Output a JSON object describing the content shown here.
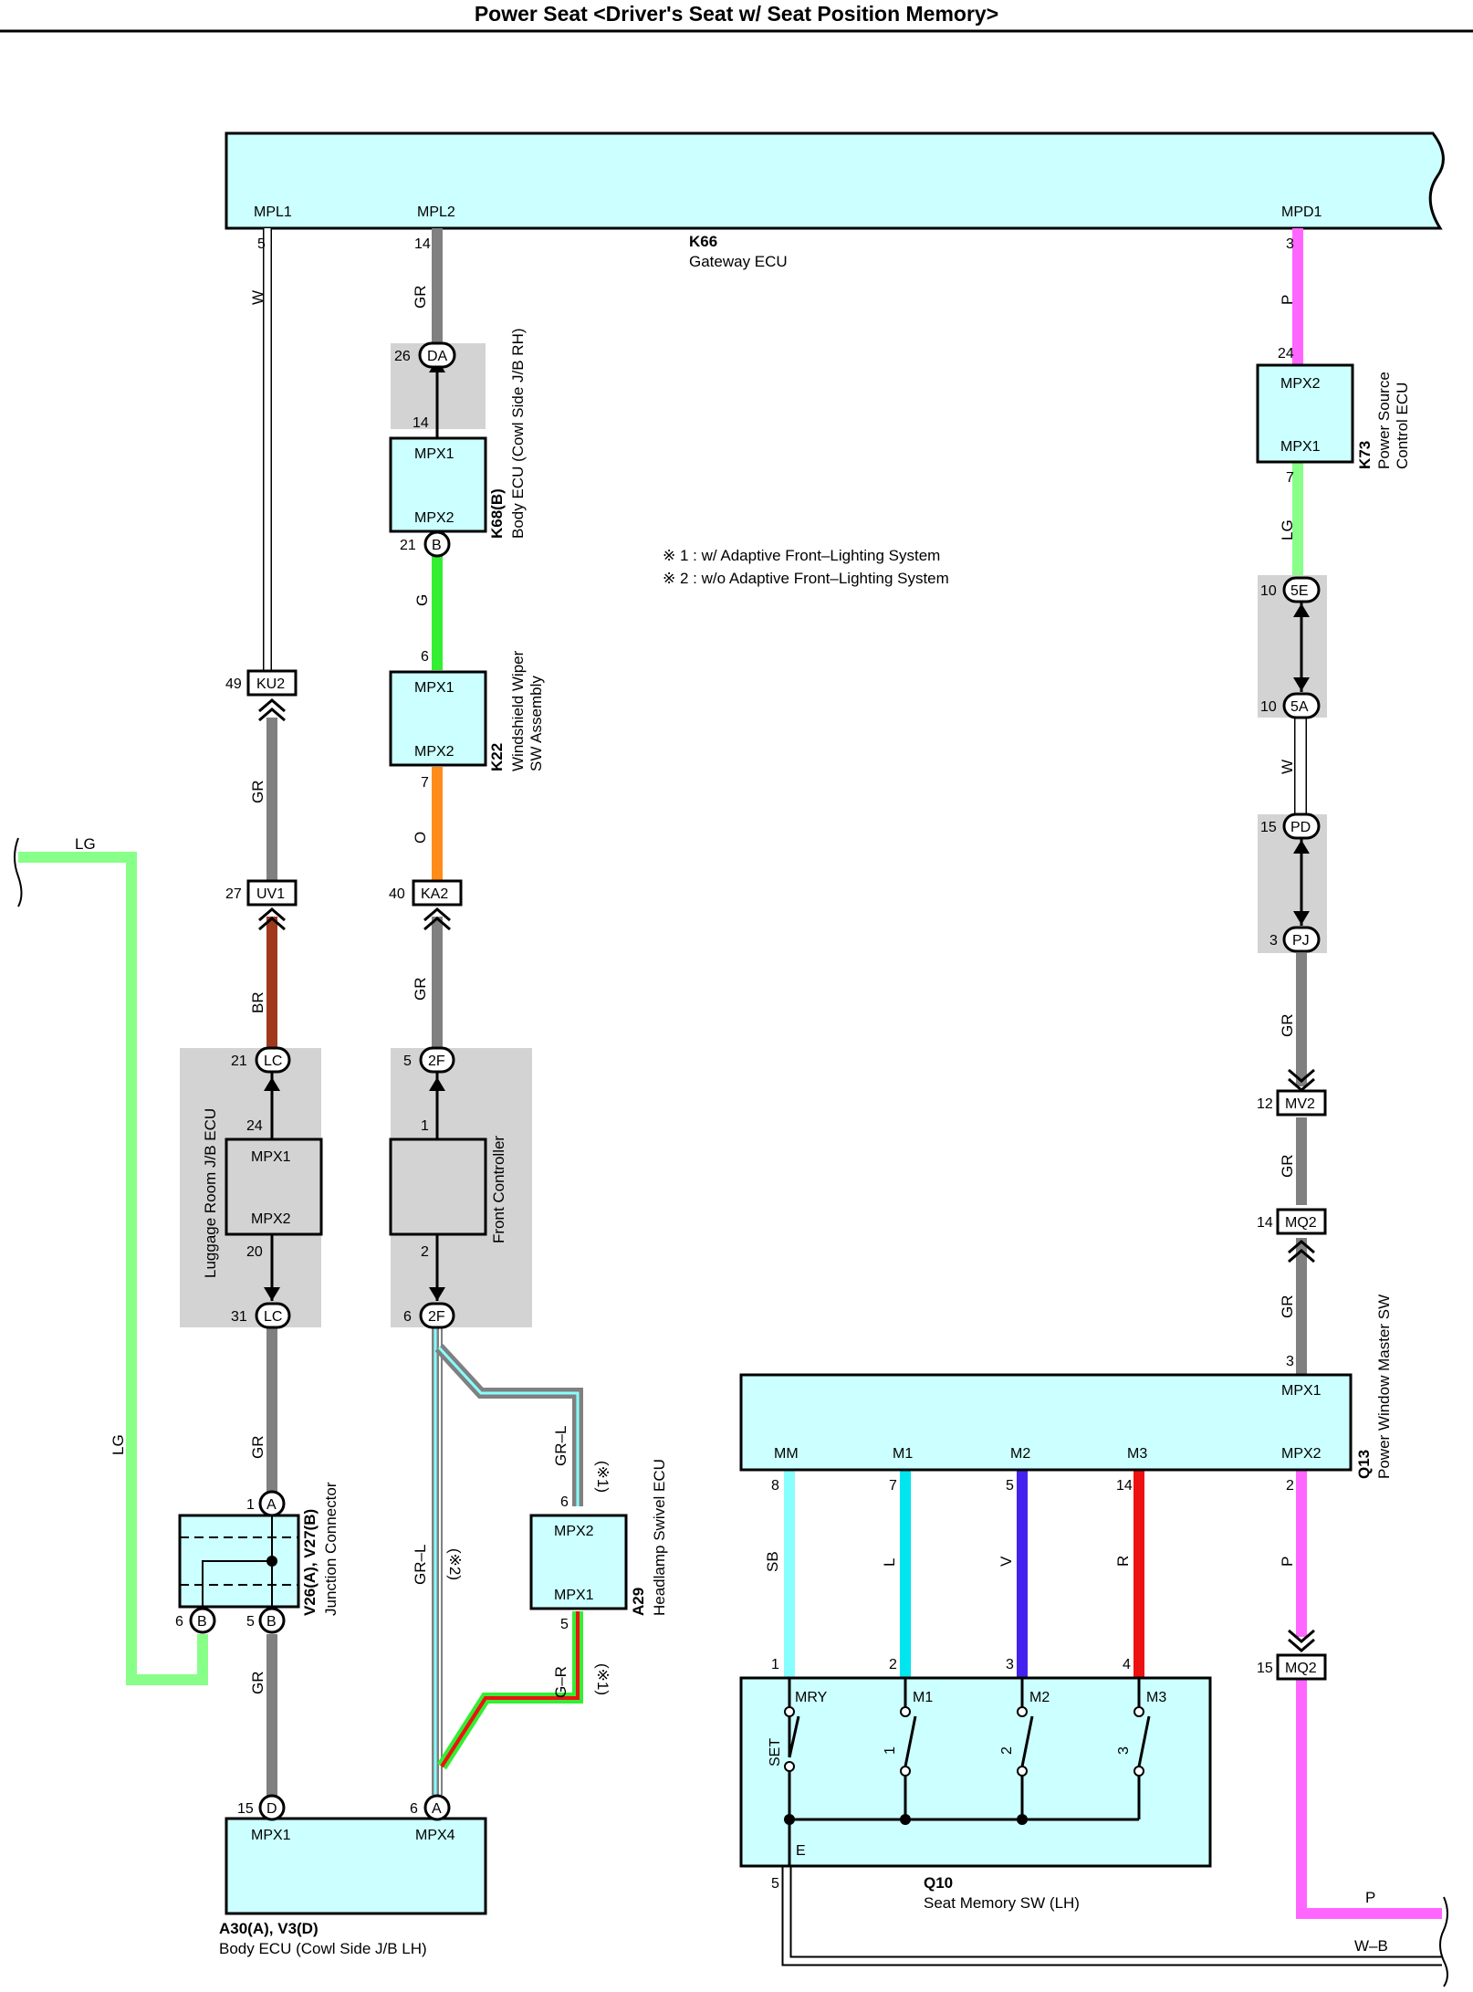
{
  "title": "Power Seat <Driver's Seat w/ Seat Position Memory>",
  "colors": {
    "ecu_fill": "#ccffff",
    "jb_shade": "#d3d3d3",
    "GR": "#808080",
    "G": "#33ee33",
    "LG": "#88ff88",
    "O": "#ff8c1a",
    "BR": "#a0391c",
    "P": "#ff66ff",
    "SB": "#88ffff",
    "L": "#00e5ee",
    "V": "#4422ee",
    "R": "#ee1111"
  },
  "notes": [
    "※ 1 : w/ Adaptive Front–Lighting System",
    "※ 2 : w/o Adaptive Front–Lighting System"
  ],
  "components": {
    "k66": {
      "code": "K66",
      "name": "Gateway ECU",
      "pins": [
        "MPL1",
        "MPL2",
        "MPD1"
      ]
    },
    "k68": {
      "code": "K68(B)",
      "name": "Body ECU (Cowl Side J/B RH)",
      "pins": [
        "MPX1",
        "MPX2"
      ]
    },
    "k22": {
      "code": "K22",
      "name1": "Windshield Wiper",
      "name2": "SW Assembly",
      "pins": [
        "MPX1",
        "MPX2"
      ]
    },
    "k73": {
      "code": "K73",
      "name1": "Power Source",
      "name2": "Control ECU",
      "pins": [
        "MPX2",
        "MPX1"
      ]
    },
    "luggage": {
      "name": "Luggage Room J/B ECU",
      "pins": [
        "MPX1",
        "MPX2"
      ]
    },
    "front": {
      "name": "Front Controller"
    },
    "v26": {
      "code": "V26(A), V27(B)",
      "name": "Junction Connector"
    },
    "a29": {
      "code": "A29",
      "name": "Headlamp Swivel ECU",
      "pins": [
        "MPX2",
        "MPX1"
      ]
    },
    "a30": {
      "code": "A30(A), V3(D)",
      "name": "Body ECU (Cowl Side J/B LH)",
      "pins": [
        "MPX1",
        "MPX4"
      ]
    },
    "q13": {
      "code": "Q13",
      "name": "Power Window Master SW",
      "pins": [
        "MPX1",
        "MM",
        "M1",
        "M2",
        "M3",
        "MPX2"
      ]
    },
    "q10": {
      "code": "Q10",
      "name": "Seat Memory SW (LH)",
      "pins": [
        "MRY",
        "M1",
        "M2",
        "M3",
        "SET",
        "1",
        "2",
        "3",
        "E"
      ]
    }
  },
  "connectors": {
    "DA": "DA",
    "B": "B",
    "KU2": "KU2",
    "UV1": "UV1",
    "KA2": "KA2",
    "LC": "LC",
    "2F": "2F",
    "A": "A",
    "D": "D",
    "5E": "5E",
    "5A": "5A",
    "PD": "PD",
    "PJ": "PJ",
    "MV2": "MV2",
    "MQ2": "MQ2"
  },
  "pin_numbers": {
    "k66_mpl1": "5",
    "k66_mpl2": "14",
    "k66_mpd1": "3",
    "da": "26",
    "k68_14": "14",
    "k68_21": "21",
    "k22_6": "6",
    "k22_7": "7",
    "ku2": "49",
    "uv1": "27",
    "ka2": "40",
    "lc_top": "21",
    "lug_24": "24",
    "lug_20": "20",
    "lc_bot": "31",
    "f2_top": "5",
    "fc_1": "1",
    "fc_2": "2",
    "f2_bot": "6",
    "v_a1": "1",
    "v_b6": "6",
    "v_b5": "5",
    "a29_6": "6",
    "a29_5": "5",
    "a30_d15": "15",
    "a30_a6": "6",
    "k73_24": "24",
    "k73_7": "7",
    "e5_10": "10",
    "a5_10": "10",
    "pd_15": "15",
    "pj_3": "3",
    "mv2_12": "12",
    "mq2_14": "14",
    "q13_3": "3",
    "q13_mm": "8",
    "q13_m1": "7",
    "q13_m2": "5",
    "q13_m3": "14",
    "q13_mpx2": "2",
    "mq2_15": "15",
    "q10_1": "1",
    "q10_2": "2",
    "q10_3": "3",
    "q10_4": "4",
    "q10_5": "5"
  },
  "wire_labels": {
    "w_mpl1": "W",
    "gr_mpl2": "GR",
    "p_mpd1": "P",
    "g_b_k22": "G",
    "gr_ku2": "GR",
    "o_k22": "O",
    "lg_left": "LG",
    "lg_left2": "LG",
    "br_uv1": "BR",
    "gr_ka2": "GR",
    "gr_lc": "GR",
    "gr_v": "GR",
    "grl_a29": "GR–L",
    "grl_main": "GR–L",
    "gr_a29": "G–R",
    "lg_k73": "LG",
    "w_5a": "W",
    "gr_pj": "GR",
    "gr_mv2": "GR",
    "gr_mq2": "GR",
    "sb": "SB",
    "l": "L",
    "v": "V",
    "r": "R",
    "p_q13": "P",
    "p_right": "P",
    "wb": "W–B",
    "note1": "(※1)",
    "note2": "(※2)",
    "note1b": "(※1)"
  }
}
